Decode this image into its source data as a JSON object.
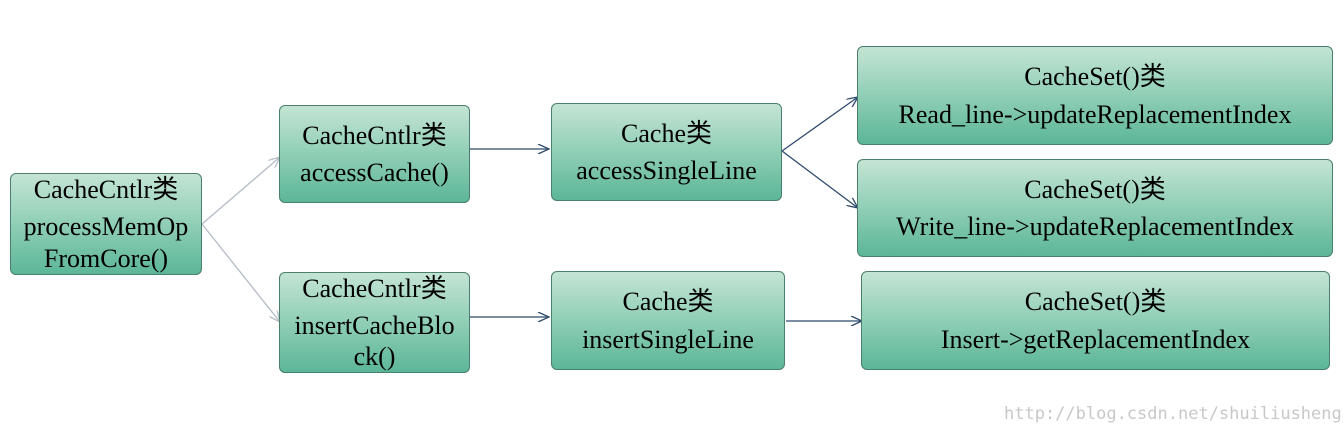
{
  "nodes": {
    "root": {
      "line1": "CacheCntlr类",
      "line2": "processMemOp",
      "line3": "FromCore()"
    },
    "access_cntlr": {
      "line1": "CacheCntlr类",
      "line2": "accessCache()"
    },
    "insert_cntlr": {
      "line1": "CacheCntlr类",
      "line2": "insertCacheBlo",
      "line3": "ck()"
    },
    "access_cache": {
      "line1": "Cache类",
      "line2": "accessSingleLine"
    },
    "insert_cache": {
      "line1": "Cache类",
      "line2": "insertSingleLine"
    },
    "read_set": {
      "line1": "CacheSet()类",
      "line2": "Read_line->updateReplacementIndex"
    },
    "write_set": {
      "line1": "CacheSet()类",
      "line2": "Write_line->updateReplacementIndex"
    },
    "insert_set": {
      "line1": "CacheSet()类",
      "line2": "Insert->getReplacementIndex"
    }
  },
  "edges": [
    {
      "from": "root",
      "to": "access_cntlr"
    },
    {
      "from": "root",
      "to": "insert_cntlr"
    },
    {
      "from": "access_cntlr",
      "to": "access_cache"
    },
    {
      "from": "insert_cntlr",
      "to": "insert_cache"
    },
    {
      "from": "access_cache",
      "to": "read_set"
    },
    {
      "from": "access_cache",
      "to": "write_set"
    },
    {
      "from": "insert_cache",
      "to": "insert_set"
    }
  ],
  "colors": {
    "box_top": "#c4e4d4",
    "box_bottom": "#5cb698",
    "box_border": "#4a7f6b",
    "arrow_light": "#b4bcc6",
    "arrow_dark": "#2f4a6e"
  },
  "watermark": "http://blog.csdn.net/shuiliusheng"
}
